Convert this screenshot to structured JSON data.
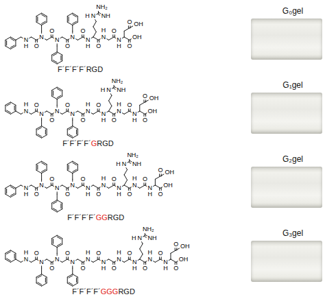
{
  "diagram": {
    "nodes": [
      {
        "text": [
          "G₀gel"
        ]
      },
      {
        "text": [
          "G₁gel"
        ]
      },
      {
        "text": [
          "G₂gel"
        ]
      },
      {
        "text": [
          "G₃gel"
        ]
      }
    ],
    "labels": [
      "N",
      "H",
      "O",
      "N",
      "O",
      "N",
      "O",
      "N",
      "O",
      "N",
      "H",
      "N",
      "H",
      "NH₂",
      "NH",
      "O",
      "N",
      "H",
      "O",
      "N",
      "H",
      "O",
      "OH",
      "O",
      "OH",
      "F´F´F´F´RGD",
      "N",
      "H",
      "O",
      "N",
      "O",
      "N",
      "O",
      "N",
      "O",
      "N",
      "H",
      "O",
      "N",
      "H",
      "N",
      "H",
      "NH₂",
      "NH",
      "O",
      "N",
      "H",
      "O",
      "N",
      "H",
      "O",
      "OH",
      "O",
      "OH",
      "F´F´F´F´",
      "G",
      "RGD",
      "N",
      "H",
      "O",
      "N",
      "O",
      "N",
      "O",
      "N",
      "O",
      "N",
      "H",
      "O",
      "N",
      "H",
      "O",
      "N",
      "H",
      "N",
      "H",
      "NH₂",
      "NH",
      "O",
      "N",
      "H",
      "O",
      "N",
      "H",
      "O",
      "OH",
      "O",
      "OH",
      "F´F´F´F´",
      "GG",
      "RGD",
      "N",
      "H",
      "O",
      "N",
      "O",
      "N",
      "O",
      "N",
      "O",
      "N",
      "H",
      "O",
      "N",
      "H",
      "O",
      "N",
      "H",
      "O",
      "N",
      "H",
      "N",
      "H",
      "NH₂",
      "NH",
      "O",
      "N",
      "H",
      "O",
      "N",
      "H",
      "O",
      "OH",
      "O",
      "OH",
      "F´F´F´F´",
      "GGG",
      "RGD"
    ]
  }
}
